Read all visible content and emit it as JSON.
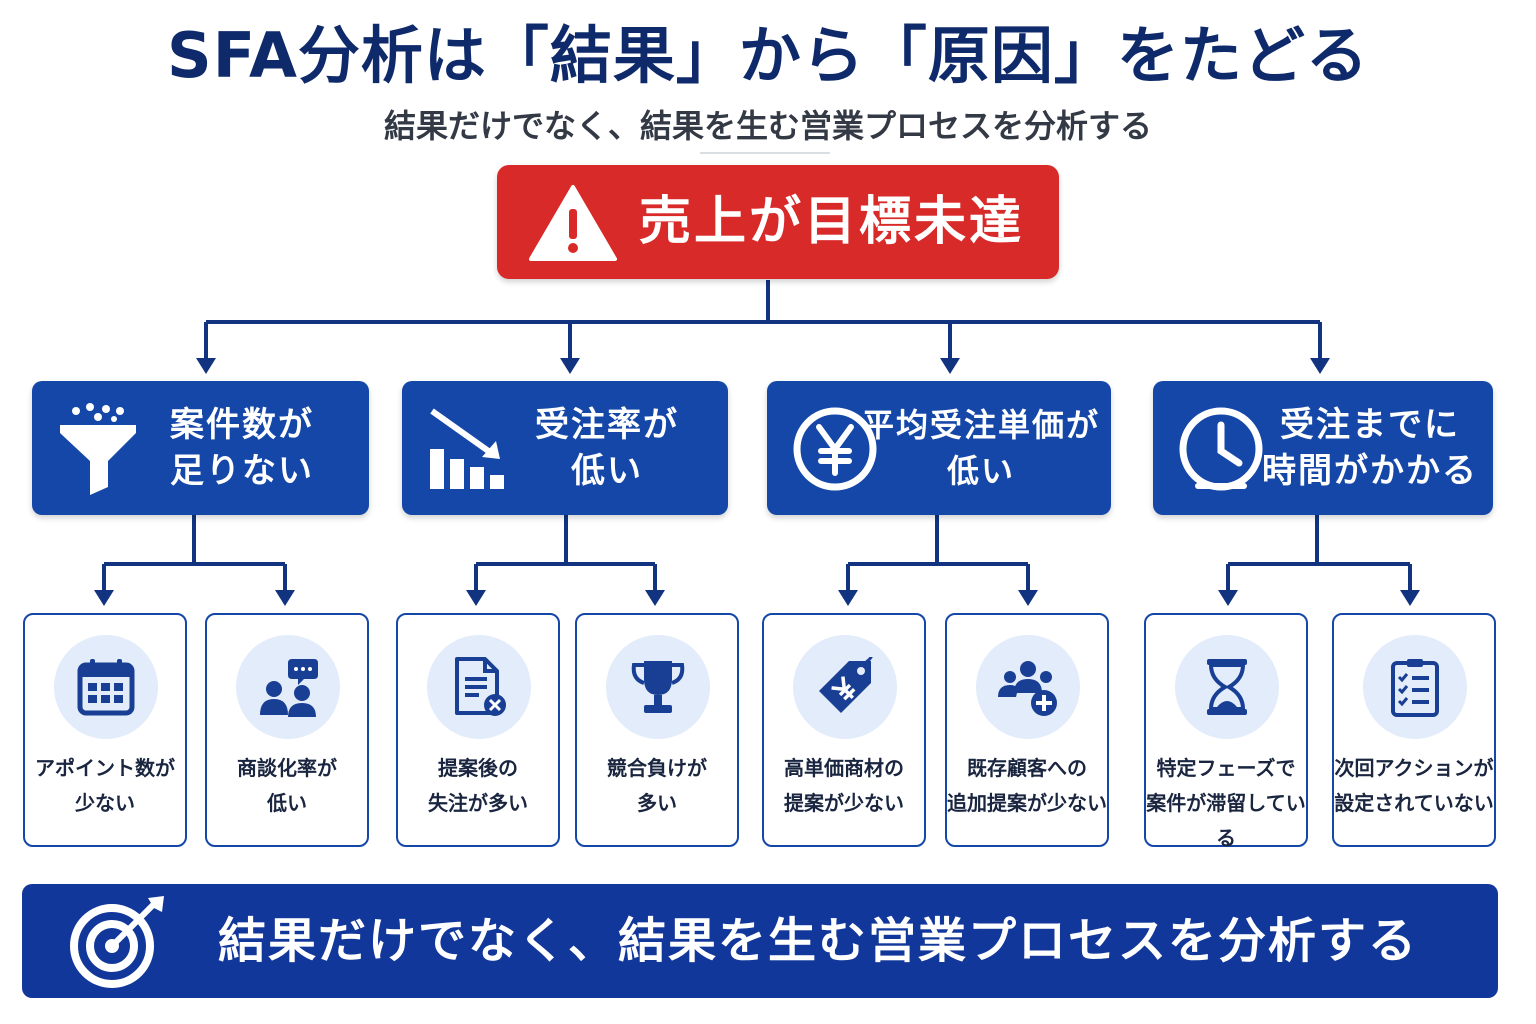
{
  "header": {
    "title": "SFA分析は「結果」から「原因」をたどる",
    "subtitle": "結果だけでなく、結果を生む営業プロセスを分析する"
  },
  "result": {
    "label": "売上が目標未達",
    "icon": "warning-icon",
    "color": "#d92a2a"
  },
  "causes": [
    {
      "label": "案件数が\n足りない",
      "icon": "funnel-icon",
      "details": [
        {
          "label": "アポイント数が\n少ない",
          "icon": "calendar-icon"
        },
        {
          "label": "商談化率が\n低い",
          "icon": "meeting-icon"
        }
      ]
    },
    {
      "label": "受注率が\n低い",
      "icon": "declining-chart-icon",
      "details": [
        {
          "label": "提案後の\n失注が多い",
          "icon": "rejected-document-icon"
        },
        {
          "label": "競合負けが\n多い",
          "icon": "trophy-icon"
        }
      ]
    },
    {
      "label": "平均受注単価が\n低い",
      "icon": "yen-icon",
      "details": [
        {
          "label": "高単価商材の\n提案が少ない",
          "icon": "yen-price-tag-icon"
        },
        {
          "label": "既存顧客への\n追加提案が少ない",
          "icon": "add-customers-icon"
        }
      ]
    },
    {
      "label": "受注までに\n時間がかかる",
      "icon": "clock-icon",
      "details": [
        {
          "label": "特定フェーズで\n案件が滞留している",
          "icon": "hourglass-icon"
        },
        {
          "label": "次回アクションが\n設定されていない",
          "icon": "checklist-icon"
        }
      ]
    }
  ],
  "footer": {
    "label": "結果だけでなく、結果を生む営業プロセスを分析する",
    "icon": "target-icon"
  },
  "colors": {
    "primary": "#1547a8",
    "navy": "#0f2a6b",
    "alert": "#d92a2a",
    "icon_bg": "#e3ecfa"
  }
}
